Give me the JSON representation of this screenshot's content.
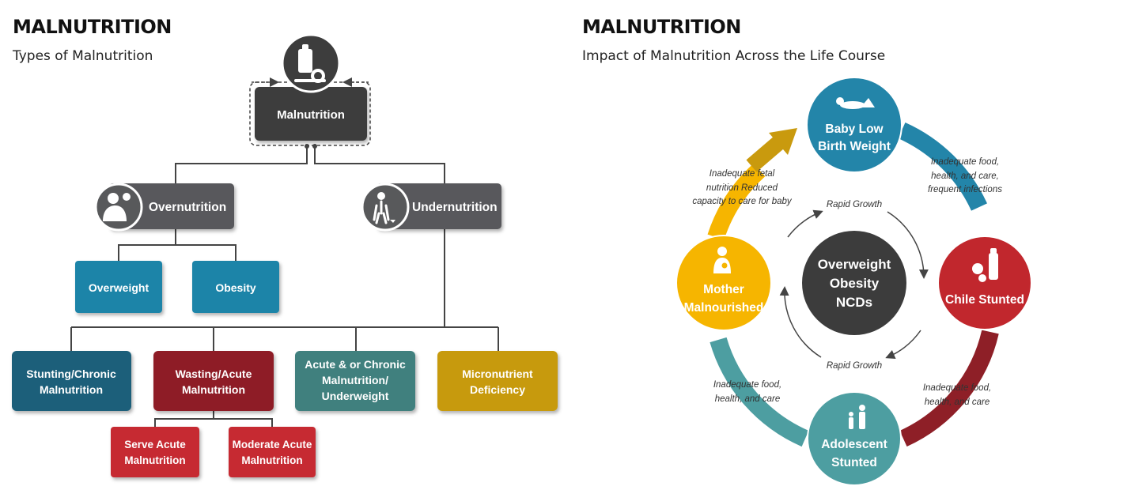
{
  "left": {
    "title": "MALNUTRITION",
    "subtitle": "Types of  Malnutrition",
    "root": "Malnutrition",
    "level1": {
      "over": "Overnutrition",
      "under": "Undernutrition"
    },
    "over_children": [
      "Overweight",
      "Obesity"
    ],
    "under_children": [
      [
        "Stunting/Chronic",
        "Malnutrition"
      ],
      [
        "Wasting/Acute",
        "Malnutrition"
      ],
      [
        "Acute & or Chronic",
        "Malnutrition/",
        "Underweight"
      ],
      [
        "Micronutrient",
        "Deficiency"
      ]
    ],
    "wasting_children": [
      [
        "Serve Acute",
        "Malnutrition"
      ],
      [
        "Moderate Acute",
        "Malnutrition"
      ]
    ]
  },
  "right": {
    "title": "MALNUTRITION",
    "subtitle": "Impact of Malnutrition Across the Life Course",
    "center": [
      "Overweight",
      "Obesity",
      "NCDs"
    ],
    "nodes": {
      "baby": [
        "Baby Low",
        "Birth Weight"
      ],
      "child": [
        "Chile Stunted"
      ],
      "adolescent": [
        "Adolescent",
        "Stunted"
      ],
      "mother": [
        "Mother",
        "Malnourished"
      ]
    },
    "notes": {
      "top_left": [
        "Inadequate fetal",
        "nutrition Reduced",
        "capacity to care for baby"
      ],
      "top_right": [
        "Inadequate food,",
        "health, and care,",
        "frequent infections"
      ],
      "bottom_right": [
        "Inadequate food,",
        "health, and care"
      ],
      "bottom_left": [
        "Inadequate food,",
        "health, and care"
      ]
    },
    "rapid_top": "Rapid Growth",
    "rapid_bottom": "Rapid Growth"
  },
  "colors": {
    "dark": "#3d3d3d",
    "gray": "#58595b",
    "blue": "#1f84a8",
    "navy": "#1a5f7a",
    "maroon": "#8e1f27",
    "teal": "#3f807e",
    "gold": "#c79a0a",
    "red": "#c62b32",
    "cyc_blue": "#2385a9",
    "cyc_red": "#c1272d",
    "cyc_teal": "#4d9ea1",
    "cyc_yellow": "#f6b500",
    "cyc_center": "#3c3c3c"
  },
  "icons": [
    "kitchen-scale-icon",
    "person-eating-icon",
    "thin-person-icon",
    "baby-icon",
    "baby-bottle-icon",
    "family-icon",
    "mother-baby-icon"
  ]
}
